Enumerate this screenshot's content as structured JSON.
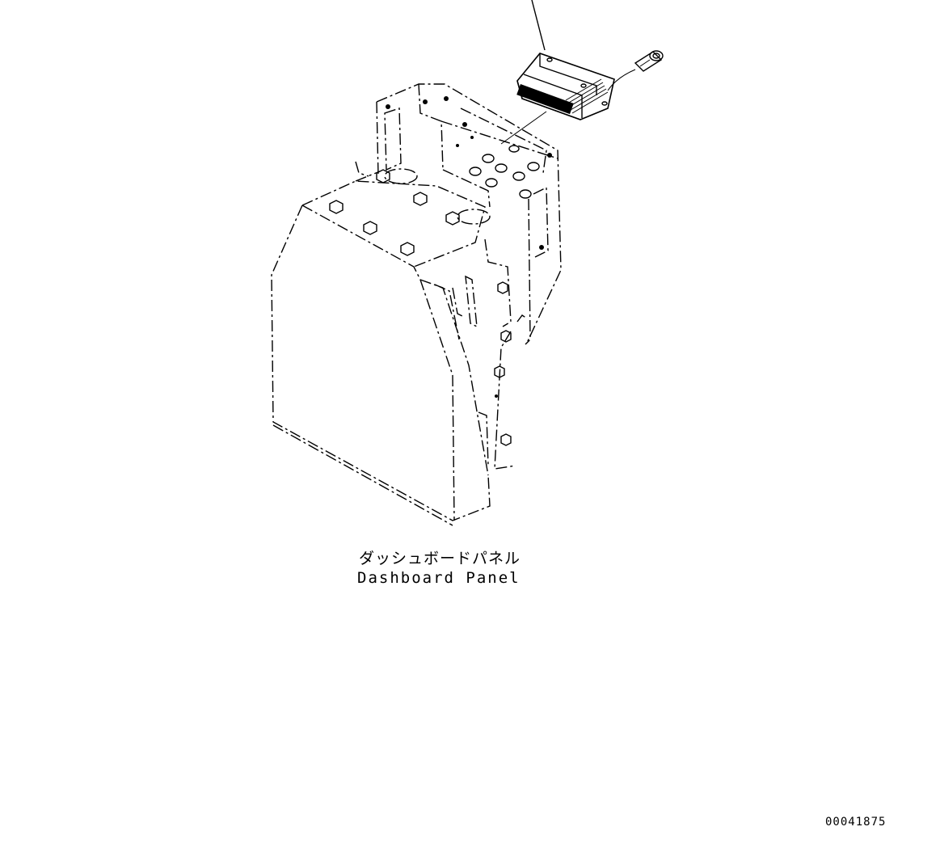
{
  "diagram": {
    "label_jp": "ダッシュボードパネル",
    "label_en": "Dashboard Panel",
    "reference_number": "00041875"
  },
  "colors": {
    "background": "#ffffff",
    "line": "#000000"
  }
}
